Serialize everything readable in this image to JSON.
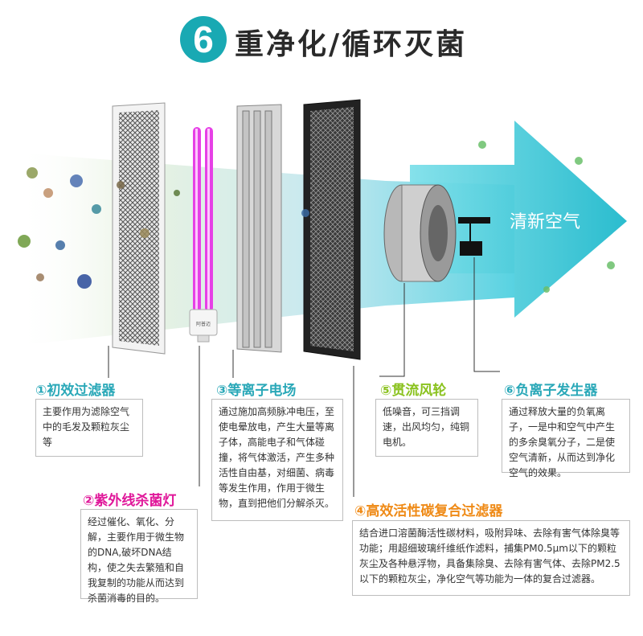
{
  "title": {
    "number": "6",
    "text": "重净化/循环灭菌"
  },
  "arrow_label": "清新空气",
  "uv_lamp_tag": "阿普迈",
  "components": [
    {
      "label": "①初效过滤器",
      "color": "#2aa8b8",
      "desc": "主要作用为滤除空气中的毛发及颗粒灰尘等"
    },
    {
      "label": "②紫外线杀菌灯",
      "color": "#e0189a",
      "desc": "经过催化、氧化、分解，主要作用于微生物的DNA,破坏DNA结构，使之失去繁殖和自我复制的功能从而达到杀菌消毒的目的。"
    },
    {
      "label": "③等离子电场",
      "color": "#2aa8b8",
      "desc": "通过施加高频脉冲电压，至使电晕放电，产生大量等离子体，高能电子和气体碰撞，将气体激活，产生多种活性自由基，对细菌、病毒等发生作用，作用于微生物，直到把他们分解杀灭。"
    },
    {
      "label": "④高效活性碳复合过滤器",
      "color": "#ef8a16",
      "desc": "结合进口溶菌酶活性碳材料，吸附异味、去除有害气体除臭等功能；用超细玻璃纤维纸作滤料，捕集PM0.5μm以下的颗粒灰尘及各种悬浮物，具备集除臭、去除有害气体、去除PM2.5以下的颗粒灰尘，净化空气等功能为一体的复合过滤器。"
    },
    {
      "label": "⑤贯流风轮",
      "color": "#8ac21e",
      "desc": "低噪音，可三挡调速，出风均匀，纯铜电机。"
    },
    {
      "label": "⑥负离子发生器",
      "color": "#2aa8b8",
      "desc": "通过释放大量的负氧离子，一是中和空气中产生的多余臭氧分子，二是使空气清新，从而达到净化空气的效果。"
    }
  ]
}
